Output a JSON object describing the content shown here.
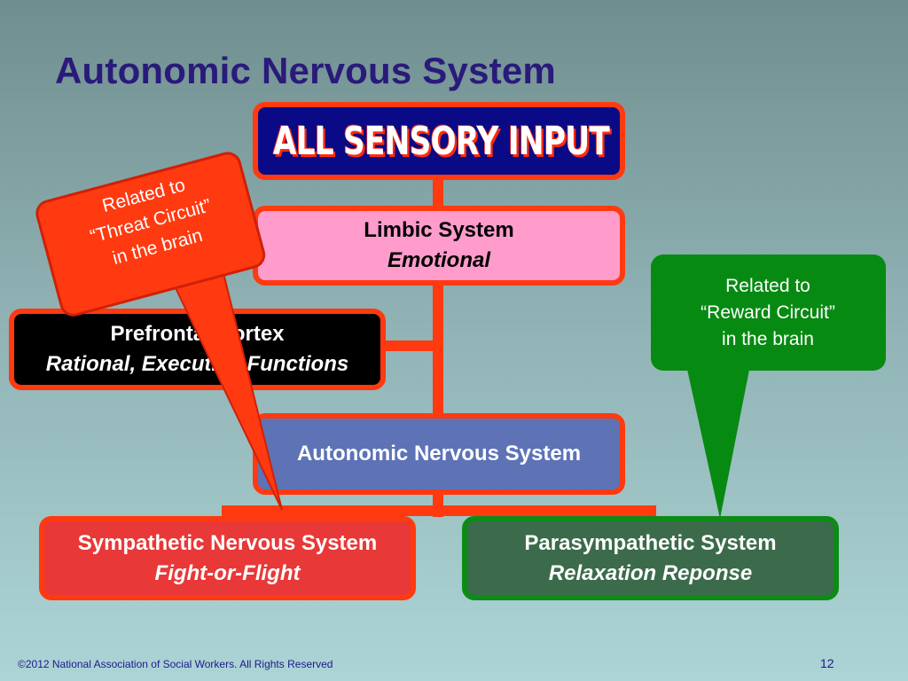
{
  "slide": {
    "title": "Autonomic Nervous System",
    "footer": "©2012 National Association of Social Workers. All Rights Reserved",
    "page_number": "12"
  },
  "boxes": {
    "sensory": {
      "label": "ALL SENSORY INPUT"
    },
    "limbic": {
      "line1": "Limbic System",
      "line2": "Emotional"
    },
    "prefrontal": {
      "line1": "Prefrontal Cortex",
      "line2": "Rational, Executive Functions"
    },
    "ans": {
      "line1": "Autonomic Nervous System"
    },
    "sympathetic": {
      "line1": "Sympathetic Nervous System",
      "line2": "Fight-or-Flight"
    },
    "parasympathetic": {
      "line1": "Parasympathetic System",
      "line2": "Relaxation Reponse"
    }
  },
  "callouts": {
    "threat": {
      "line1": "Related to",
      "line2": "“Threat Circuit”",
      "line3": "in the brain"
    },
    "reward": {
      "line1": "Related to",
      "line2": "“Reward Circuit”",
      "line3": "in the brain"
    }
  },
  "colors": {
    "connector": "#ff3a10",
    "threat_callout": "#ff3a10",
    "reward_callout": "#078a12",
    "title": "#2a1a7a"
  }
}
